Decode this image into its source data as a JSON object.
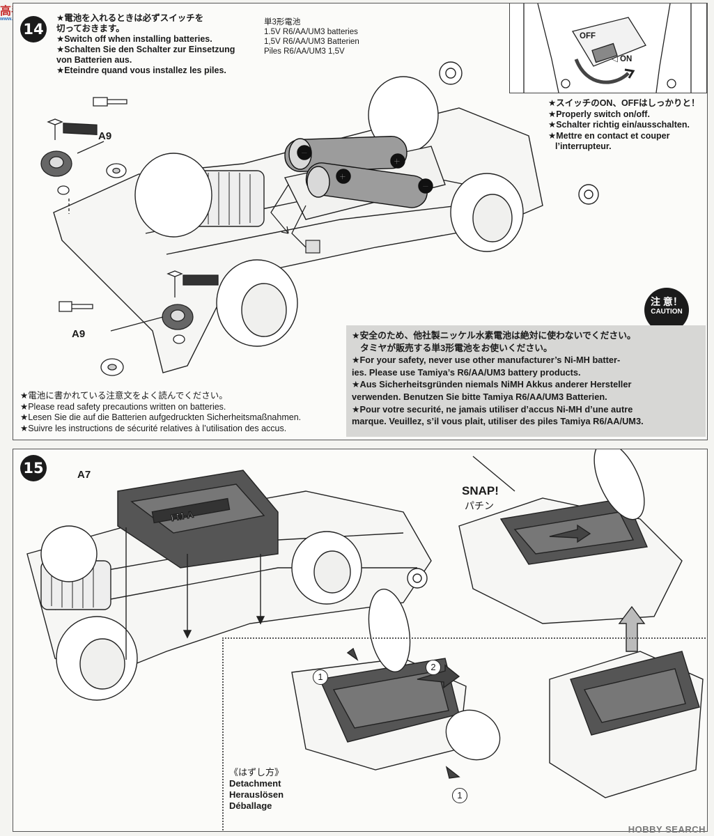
{
  "site_logo": {
    "text": "高手网",
    "sub": "www.gaoshou.com"
  },
  "step14": {
    "number": "14",
    "switch_note": [
      "★電池を入れるときは必ずスイッチを",
      "切っておきます。",
      "★Switch off when installing batteries.",
      "★Schalten Sie den Schalter zur Einsetzung",
      "von Batterien aus.",
      "★Eteindre quand vous installez les piles."
    ],
    "battery_label": [
      "単3形電池",
      "1.5V R6/AA/UM3 batteries",
      "1,5V R6/AA/UM3 Batterien",
      "Piles R6/AA/UM3 1,5V"
    ],
    "part_a9_top": "A9",
    "part_a9_bottom": "A9",
    "inset": {
      "off_label": "OFF",
      "on_label": "◁ ON"
    },
    "switch_properly_note": [
      "★スイッチのON、OFFはしっかりと！",
      "★Properly switch on/off.",
      "★Schalter richtig ein/ausschalten.",
      "★Mettre en contact et couper",
      "l’interrupteur."
    ],
    "caution_badge": {
      "jp": "注 意！",
      "en": "CAUTION"
    },
    "caution_text": [
      "★安全のため、他社製ニッケル水素電池は絶対に使わないでください。",
      "タミヤが販売する単3形電池をお使いください。",
      "★For your safety, never use other manufacturer’s Ni-MH batter-",
      "ies. Please use Tamiya’s R6/AA/UM3 battery products.",
      "★Aus Sicherheitsgründen niemals NiMH Akkus anderer Hersteller",
      "verwenden. Benutzen Sie bitte Tamiya R6/AA/UM3 Batterien.",
      "★Pour votre securité, ne jamais utiliser d’accus Ni-MH d’une autre",
      "marque. Veuillez, s’il vous plait, utiliser des piles Tamiya R6/AA/UM3."
    ],
    "safety_note": [
      "★電池に書かれている注意文をよく読んでください。",
      "★Please read safety precautions written on batteries.",
      "★Lesen Sie die auf die Batterien aufgedruckten Sicherheitsmaßnahmen.",
      "★Suivre les instructions de sécurité relatives à l’utilisation des accus."
    ]
  },
  "step15": {
    "number": "15",
    "part_a7": "A7",
    "snap": {
      "en": "SNAP!",
      "jp": "パチン"
    },
    "chassis_mark": "FM-A",
    "detach": {
      "jp": "《はずし方》",
      "en": "Detachment",
      "de": "Herauslösen",
      "fr": "Déballage"
    },
    "markers": [
      "1",
      "2",
      "1"
    ]
  },
  "watermark": "HOBBY SEARCH"
}
